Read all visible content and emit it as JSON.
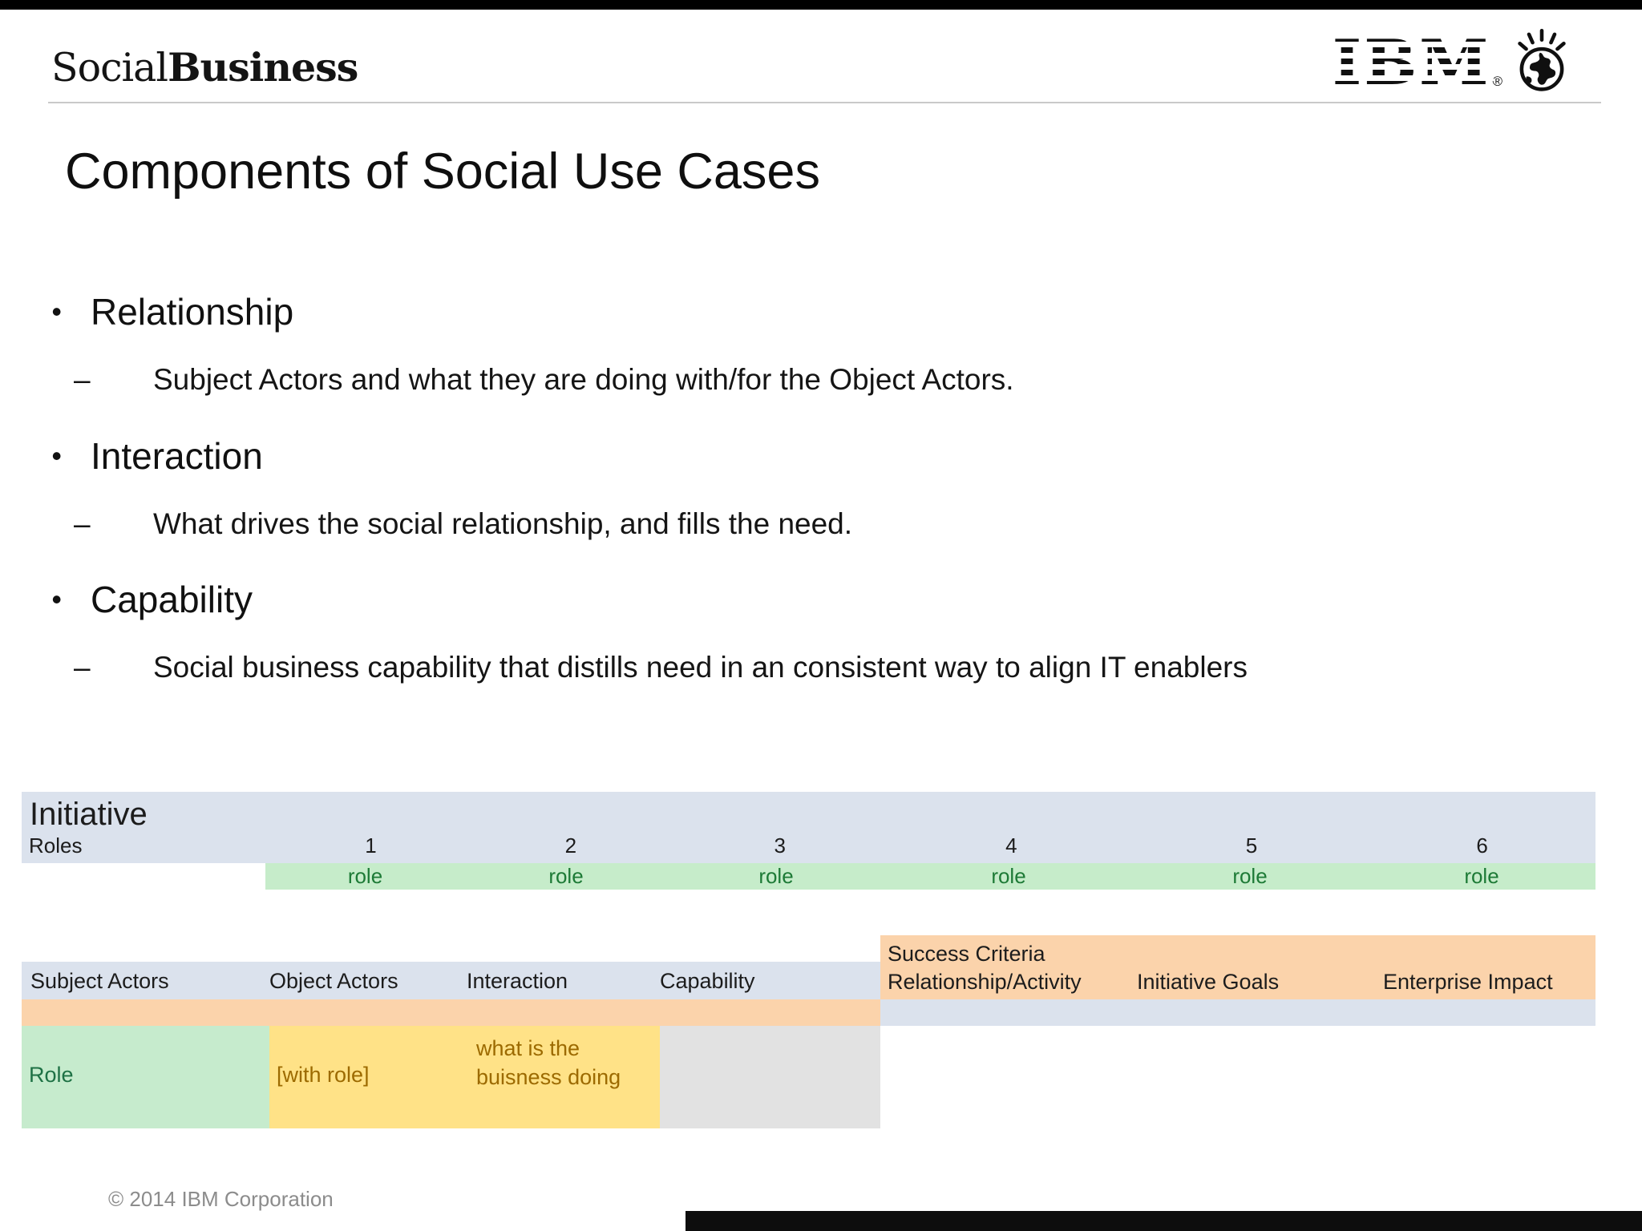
{
  "header": {
    "brand_light": "Social",
    "brand_bold": "Business",
    "ibm_text": "IBM",
    "ibm_reg": "®"
  },
  "title": "Components of Social Use Cases",
  "bullets": [
    {
      "label": "Relationship",
      "dash": "–",
      "dot": "•",
      "sub": "Subject Actors and what they are doing with/for the Object Actors."
    },
    {
      "label": "Interaction",
      "dash": "–",
      "dot": "•",
      "sub": "What drives the social relationship, and fills the need."
    },
    {
      "label": "Capability",
      "dash": "–",
      "dot": "•",
      "sub": "Social business capability that distills need in an consistent way to align IT enablers"
    }
  ],
  "initiative_table": {
    "title": "Initiative",
    "row_label": "Roles",
    "columns": [
      "1",
      "2",
      "3",
      "4",
      "5",
      "6"
    ],
    "role_cells": [
      "role",
      "role",
      "role",
      "role",
      "role",
      "role"
    ]
  },
  "use_case_table": {
    "success_criteria_label": "Success Criteria",
    "headers_left": [
      "Subject Actors",
      "Object Actors",
      "Interaction",
      "Capability"
    ],
    "headers_right": [
      "Relationship/Activity",
      "Initiative Goals",
      "Enterprise Impact"
    ],
    "data_row": {
      "subject": "Role",
      "object": "[with role]",
      "interaction": "what is the buisness doing",
      "capability": ""
    }
  },
  "footer": "© 2014 IBM Corporation",
  "colors": {
    "band_blue": "#dbe2ed",
    "band_green": "#c6ecca",
    "band_orange": "#fbd3ab",
    "cell_yellow": "#ffe287",
    "cell_gray": "#e2e2e2",
    "text_green": "#1e7145",
    "text_gold": "#9c6a00"
  }
}
